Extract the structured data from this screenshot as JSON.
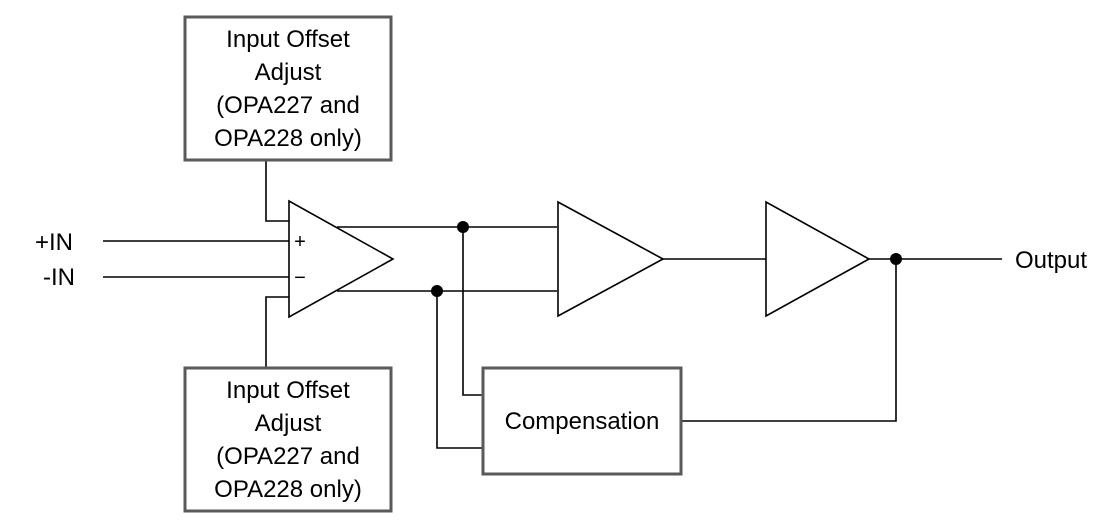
{
  "blocks": {
    "offset_top": {
      "lines": [
        "Input Offset",
        "Adjust",
        "(OPA227 and",
        "OPA228 only)"
      ]
    },
    "offset_bottom": {
      "lines": [
        "Input Offset",
        "Adjust",
        "(OPA227 and",
        "OPA228 only)"
      ]
    },
    "compensation": {
      "label": "Compensation"
    }
  },
  "pins": {
    "in_plus": "+IN",
    "in_minus": "-IN",
    "output": "Output"
  },
  "amp_input_signs": {
    "plus": "+",
    "minus": "−"
  }
}
